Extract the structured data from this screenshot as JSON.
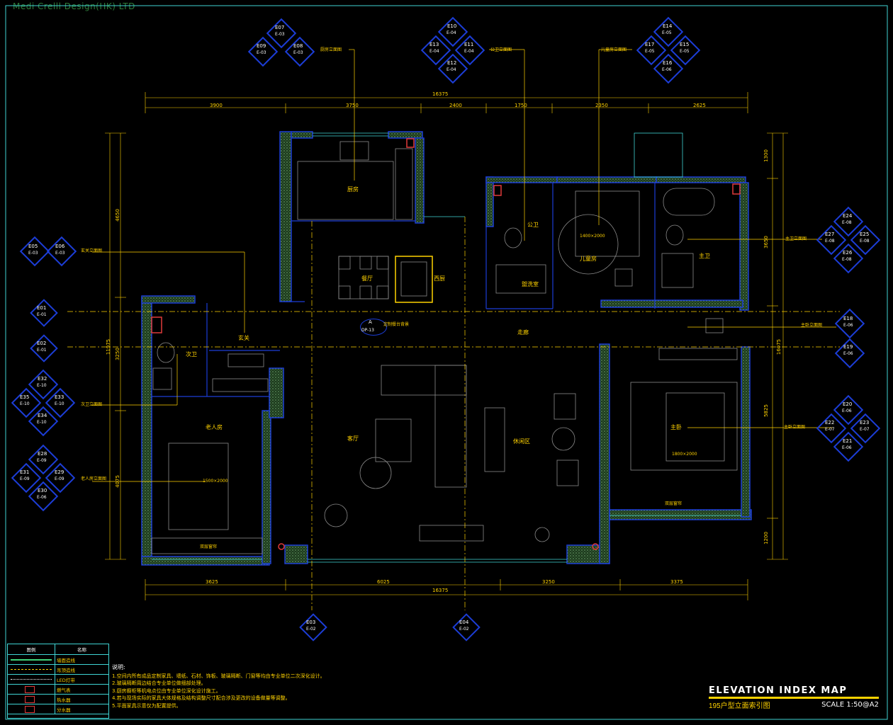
{
  "watermark": "Medi Crelll Design(HK) LTD",
  "title_block": {
    "title": "ELEVATION INDEX MAP",
    "subtitle": "195户型立面索引图",
    "scale": "SCALE 1:50@A2"
  },
  "dimensions": {
    "top_total": "16375",
    "top_segments": [
      "3900",
      "3750",
      "2400",
      "1750",
      "2350",
      "2625"
    ],
    "bottom_total": "16375",
    "bottom_segments": [
      "3625",
      "6025",
      "3250",
      "3375"
    ],
    "left_segments": [
      "4650",
      "3250",
      "4075"
    ],
    "left_total": "11975",
    "right_segments": [
      "1300",
      "3650",
      "5825",
      "1200"
    ],
    "right_total": "16075"
  },
  "rooms": {
    "kitchen": "厨房",
    "dining": "餐厅",
    "western_kitchen": "西厨",
    "public_wc": "公卫",
    "laundry": "盥洗室",
    "kids_room": "儿童房",
    "kids_bed": "1400×2000",
    "master_bath": "主卫",
    "entrance": "玄关",
    "corridor": "走廊",
    "second_wc": "次卫",
    "elderly_room": "老人房",
    "elderly_bed": "1500×2000",
    "elderly_curtain": "双层窗帘",
    "living": "客厅",
    "leisure": "休闲区",
    "master_bedroom": "主卧",
    "master_bed": "1800×2000",
    "master_curtain": "双层窗帘",
    "custom_cabinet": "定制餐台背景",
    "dp_tag": "DP-13",
    "dp_letter": "A"
  },
  "callouts": {
    "kitchen_elev": "厨房立面图",
    "public_wc_elev": "公卫立面图",
    "kids_elev": "儿童房立面图",
    "entrance_elev": "玄关立面图",
    "master_bath_elev": "主卫立面图",
    "master_bedroom_elev": "主卧立面图",
    "corridor_elev": "主卧立面图",
    "second_wc_elev": "次卫立面图",
    "elderly_elev": "老人房立面图"
  },
  "index_symbols": {
    "kitchen": {
      "top": [
        "E07",
        "E-03"
      ],
      "left": [
        "E09",
        "E-03"
      ],
      "right": [
        "E08",
        "E-03"
      ]
    },
    "public_wc": {
      "top": [
        "E10",
        "E-04"
      ],
      "left": [
        "E13",
        "E-04"
      ],
      "right": [
        "E11",
        "E-04"
      ],
      "bottom": [
        "E12",
        "E-04"
      ]
    },
    "kids": {
      "top": [
        "E14",
        "E-05"
      ],
      "left": [
        "E17",
        "E-05"
      ],
      "right": [
        "E15",
        "E-05"
      ],
      "bottom": [
        "E16",
        "E-06"
      ]
    },
    "entrance": {
      "left": [
        "E05",
        "E-03"
      ],
      "right": [
        "E06",
        "E-03"
      ]
    },
    "master_bath": {
      "top": [
        "E24",
        "E-08"
      ],
      "left": [
        "E27",
        "E-08"
      ],
      "right": [
        "E25",
        "E-08"
      ],
      "bottom": [
        "E26",
        "E-08"
      ]
    },
    "corridor": {
      "top": [
        "E18",
        "E-06"
      ],
      "bottom": [
        "E19",
        "E-06"
      ]
    },
    "master_bedroom": {
      "top": [
        "E20",
        "E-06"
      ],
      "left": [
        "E22",
        "E-07"
      ],
      "right": [
        "E23",
        "E-07"
      ],
      "bottom": [
        "E21",
        "E-06"
      ]
    },
    "second_wc": {
      "top": [
        "E32",
        "E-10"
      ],
      "left": [
        "E35",
        "E-10"
      ],
      "right": [
        "E33",
        "E-10"
      ],
      "bottom": [
        "E34",
        "E-10"
      ]
    },
    "elderly": {
      "top": [
        "E28",
        "E-09"
      ],
      "left": [
        "E31",
        "E-09"
      ],
      "right": [
        "E29",
        "E-09"
      ],
      "bottom": [
        "E30",
        "E-06"
      ]
    },
    "section_e01": [
      "E01",
      "E-01"
    ],
    "section_e02": [
      "E02",
      "E-01"
    ],
    "section_e03": [
      "E03",
      "E-02"
    ],
    "section_e04": [
      "E04",
      "E-02"
    ]
  },
  "legend": {
    "header": [
      "图例",
      "名称"
    ],
    "rows": [
      "墙面造线",
      "吊顶造线",
      "LED灯带",
      "燃气表",
      "热水器",
      "分水器"
    ]
  },
  "notes": {
    "title": "说明:",
    "items": [
      "1.空间内所有成品定制家具、墙纸、石材、饰板、玻璃隔断、门窗等均由专业单位二次深化设计。",
      "2.玻璃隔断周边结合专业单位做细部处理。",
      "3.厨房橱柜等机电点位由专业单位深化设计施工。",
      "4.若与现场实际的家具大体规格及结构调整尺寸配合涉及更改的设备做量等调整。",
      "5.平面家具示意仅为配置提供。"
    ]
  },
  "colors": {
    "wall": "#1c3dd6",
    "wall_fill": "#3a5e3a",
    "yellow": "#ffd200",
    "cyan": "#3fd4d4",
    "furniture": "#8a8a8a"
  }
}
